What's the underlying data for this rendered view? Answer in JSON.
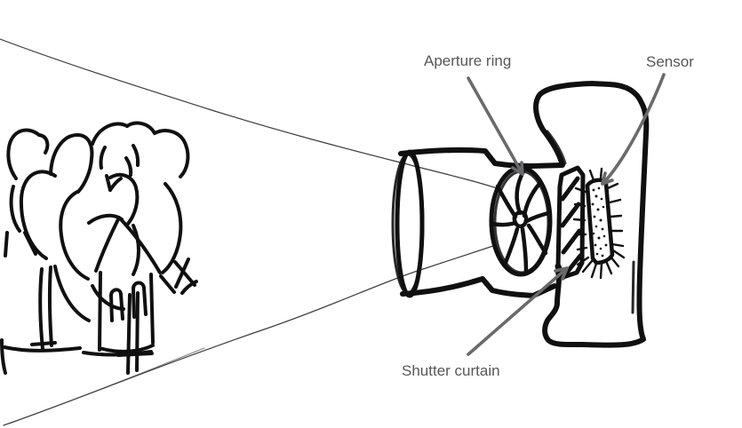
{
  "diagram": {
    "labels": {
      "aperture_ring": "Aperture ring",
      "sensor": "Sensor",
      "shutter_curtain": "Shutter curtain"
    },
    "colors": {
      "background": "#ffffff",
      "sketch_ink": "#101010",
      "annotation_text": "#57575a",
      "annotation_arrow": "#6a6a6d"
    },
    "parts": [
      "scene-trees-and-house",
      "light-ray-top",
      "light-ray-bottom",
      "lens-barrel",
      "aperture-iris",
      "shutter-curtain",
      "sensor",
      "camera-body"
    ]
  }
}
